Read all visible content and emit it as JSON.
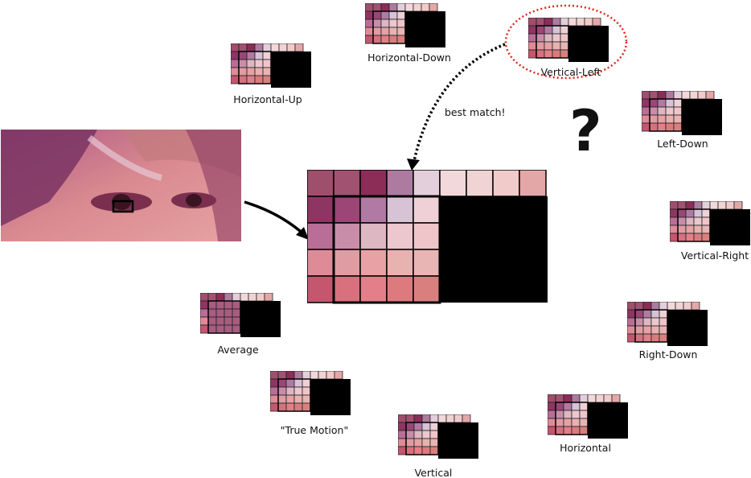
{
  "modes": [
    {
      "key": "horizontal-down",
      "label": "Horizontal-Down"
    },
    {
      "key": "vertical-left",
      "label": "Vertical-Left"
    },
    {
      "key": "horizontal-up",
      "label": "Horizontal-Up"
    },
    {
      "key": "left-down",
      "label": "Left-Down"
    },
    {
      "key": "vertical-right",
      "label": "Vertical-Right"
    },
    {
      "key": "average",
      "label": "Average"
    },
    {
      "key": "right-down",
      "label": "Right-Down"
    },
    {
      "key": "true-motion",
      "label": "\"True Motion\""
    },
    {
      "key": "horizontal",
      "label": "Horizontal"
    },
    {
      "key": "vertical",
      "label": "Vertical"
    }
  ],
  "annotations": {
    "best_match": "best match!",
    "question_mark": "?"
  },
  "colors": {
    "top_row": [
      "#9e4f6c",
      "#a05270",
      "#8c2d57",
      "#ad7aa0",
      "#e3cfdb",
      "#f2d8da",
      "#f0d3d3",
      "#f0cbc9",
      "#e4a7a8"
    ],
    "left_col": [
      "#8f3563",
      "#b86e97",
      "#df8b97",
      "#c4566d"
    ],
    "predicted": [
      [
        "#9c4577",
        "#b07aa4",
        "#d8c2d6",
        "#eed0d6"
      ],
      [
        "#c88ea9",
        "#ddb7c2",
        "#ecc7ce",
        "#f0c5ca"
      ],
      [
        "#e09ca3",
        "#e8a1a4",
        "#e8b2b0",
        "#e8b4b4"
      ],
      [
        "#d8707e",
        "#e27f88",
        "#dc7a7d",
        "#d9807e"
      ]
    ],
    "thumb_fill": "#a85c80",
    "ellipse": "#e0261d",
    "box": "#000000"
  }
}
